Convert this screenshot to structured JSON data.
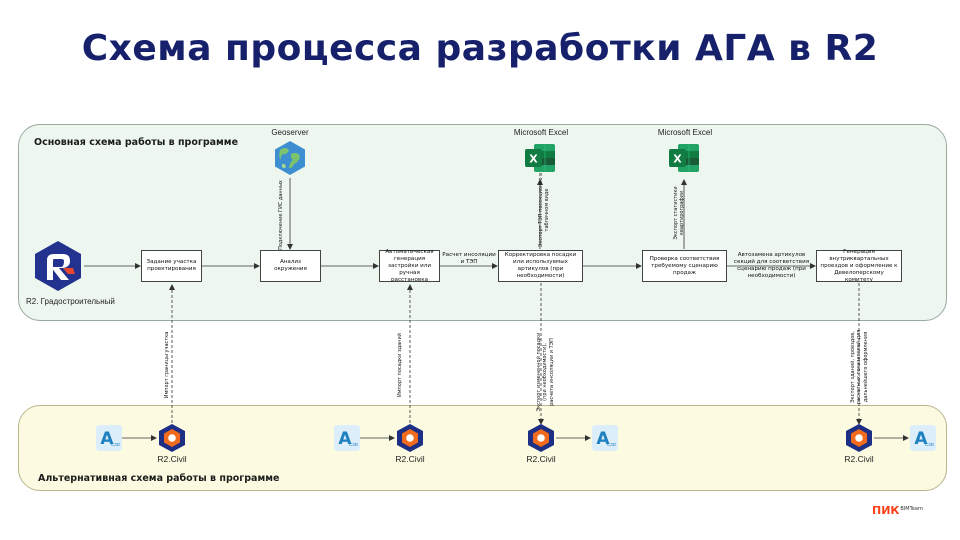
{
  "title": "Схема процесса разработки АГА в R2",
  "main_region": {
    "label": "Основная схема работы в программе"
  },
  "alt_region": {
    "label": "Альтернативная схема работы в программе"
  },
  "apps": {
    "geoserver": "Geoserver",
    "excel_1": "Microsoft Excel",
    "excel_2": "Microsoft Excel",
    "r2_main": "R2. Градостроительный",
    "c3d_badge": "C3D"
  },
  "process_boxes": [
    "Задание участка проектирования",
    "Анализ окружения",
    "Автоматическая генерация застройки или ручная расстановка",
    "Корректировка посадки или используемых артикулов (при необходимости)",
    "Проверка соответствия требуемому сценарию продаж",
    "Генерация внутриквартальных проездов и оформление к Девелоперскому комитету"
  ],
  "flow_labels": {
    "insolation": "Расчет инсоляции и ТЭП",
    "autoreplace": "Автозамена артикулов секций для соответствия сценарию продаж (при необходимости)"
  },
  "vertical_labels": {
    "gis": "Подключение ГИС данных",
    "export_tep": "Экспорт ТЭП посекционно в табличном виде",
    "export_stats": "Экспорт статистики квартирографии",
    "import_boundary": "Импорт границы участка",
    "import_buildings": "Импорт посадки зданий",
    "export_changed": "Экспорт измененной посадки (при необходимости), расчета инсоляции и ТЭП",
    "export_buildings": "Экспорт зданий, проездов, расчетных показателей для дальнейшего оформления"
  },
  "civil": [
    "R2.Civil",
    "R2.Civil",
    "R2.Civil",
    "R2.Civil"
  ],
  "brand": {
    "pik": "ПИК",
    "bim": "BIMTeam"
  },
  "colors": {
    "title": "#16206b",
    "main_bg": "#eef7ef",
    "alt_bg": "#fcfbe2",
    "r2_logo": "#24328f",
    "r2_accent": "#e8492e",
    "civil_orange": "#f26a1b",
    "excel_green": "#1d7a45",
    "autocad_blue": "#1f7fbf",
    "brand_red": "#ff3f17"
  }
}
